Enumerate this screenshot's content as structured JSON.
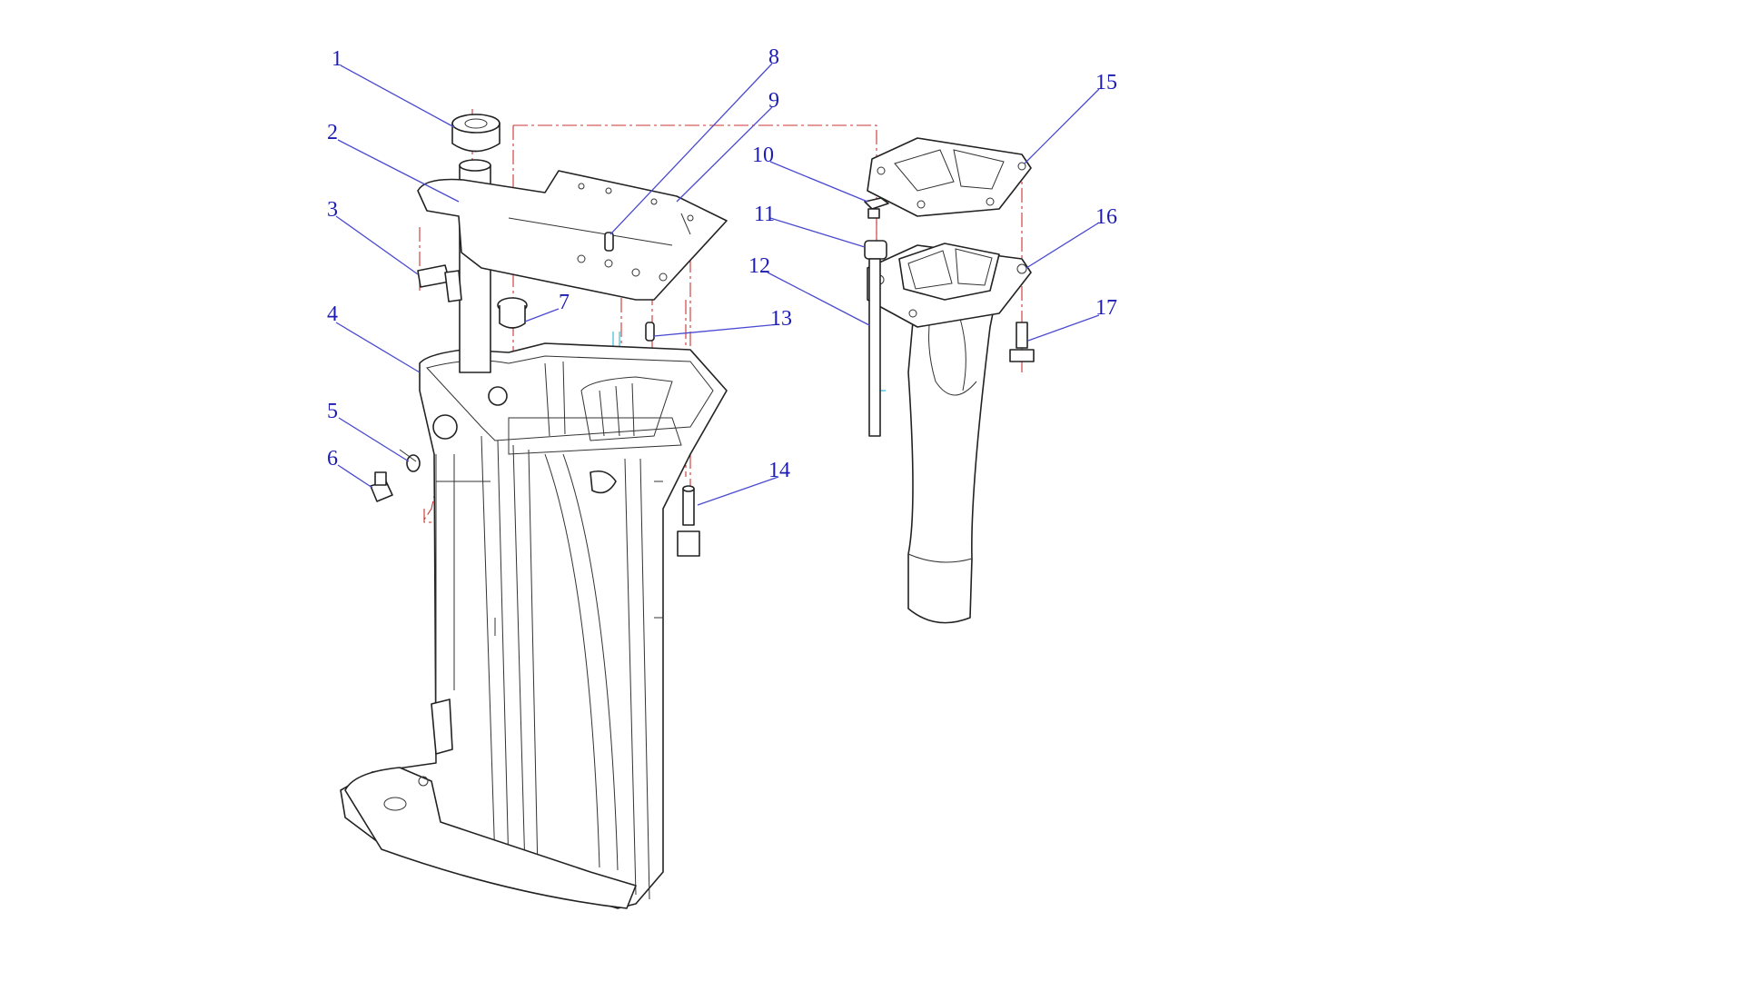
{
  "diagram": {
    "callouts": [
      {
        "id": 1,
        "label": "1"
      },
      {
        "id": 2,
        "label": "2"
      },
      {
        "id": 3,
        "label": "3"
      },
      {
        "id": 4,
        "label": "4"
      },
      {
        "id": 5,
        "label": "5"
      },
      {
        "id": 6,
        "label": "6"
      },
      {
        "id": 7,
        "label": "7"
      },
      {
        "id": 8,
        "label": "8"
      },
      {
        "id": 9,
        "label": "9"
      },
      {
        "id": 10,
        "label": "10"
      },
      {
        "id": 11,
        "label": "11"
      },
      {
        "id": 12,
        "label": "12"
      },
      {
        "id": 13,
        "label": "13"
      },
      {
        "id": 14,
        "label": "14"
      },
      {
        "id": 15,
        "label": "15"
      },
      {
        "id": 16,
        "label": "16"
      },
      {
        "id": 17,
        "label": "17"
      }
    ],
    "colors": {
      "callout_text": "#1c1cb4",
      "leader_line": "#4a4ad0",
      "part_outline": "#222222",
      "center_line": "#cc3333",
      "alignment_line": "#55c8dc"
    }
  }
}
